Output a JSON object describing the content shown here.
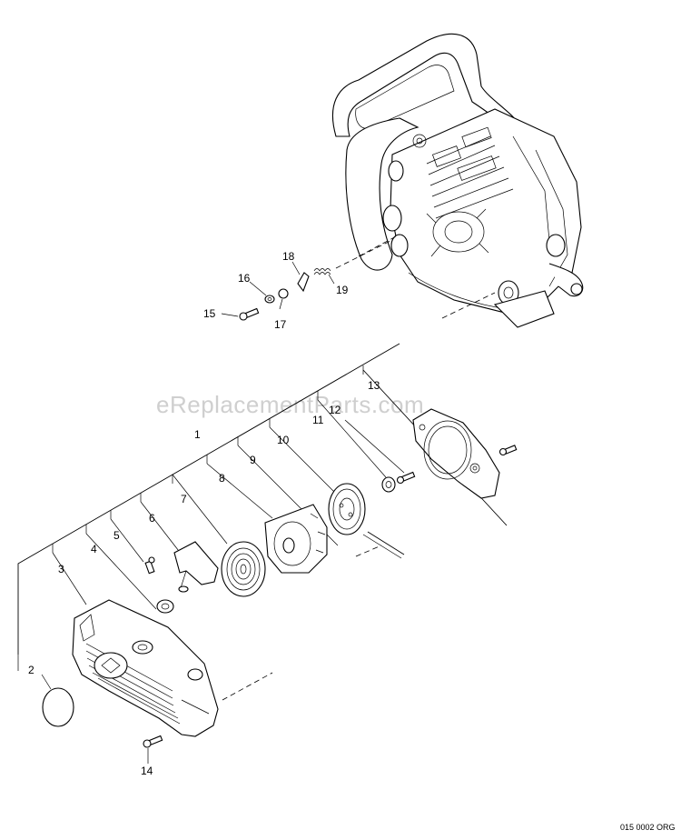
{
  "watermark": "eReplacementParts.com",
  "drawing_code": "015 0002 ORG",
  "callouts": {
    "c1": "1",
    "c2": "2",
    "c3": "3",
    "c4": "4",
    "c5": "5",
    "c6": "6",
    "c7": "7",
    "c8": "8",
    "c9": "9",
    "c10": "10",
    "c11": "11",
    "c12": "12",
    "c13": "13",
    "c14": "14",
    "c15": "15",
    "c16": "16",
    "c17": "17",
    "c18": "18",
    "c19": "19"
  },
  "icons": {
    "engine": "chainsaw-engine-icon",
    "starter_cover": "starter-cover-icon"
  }
}
